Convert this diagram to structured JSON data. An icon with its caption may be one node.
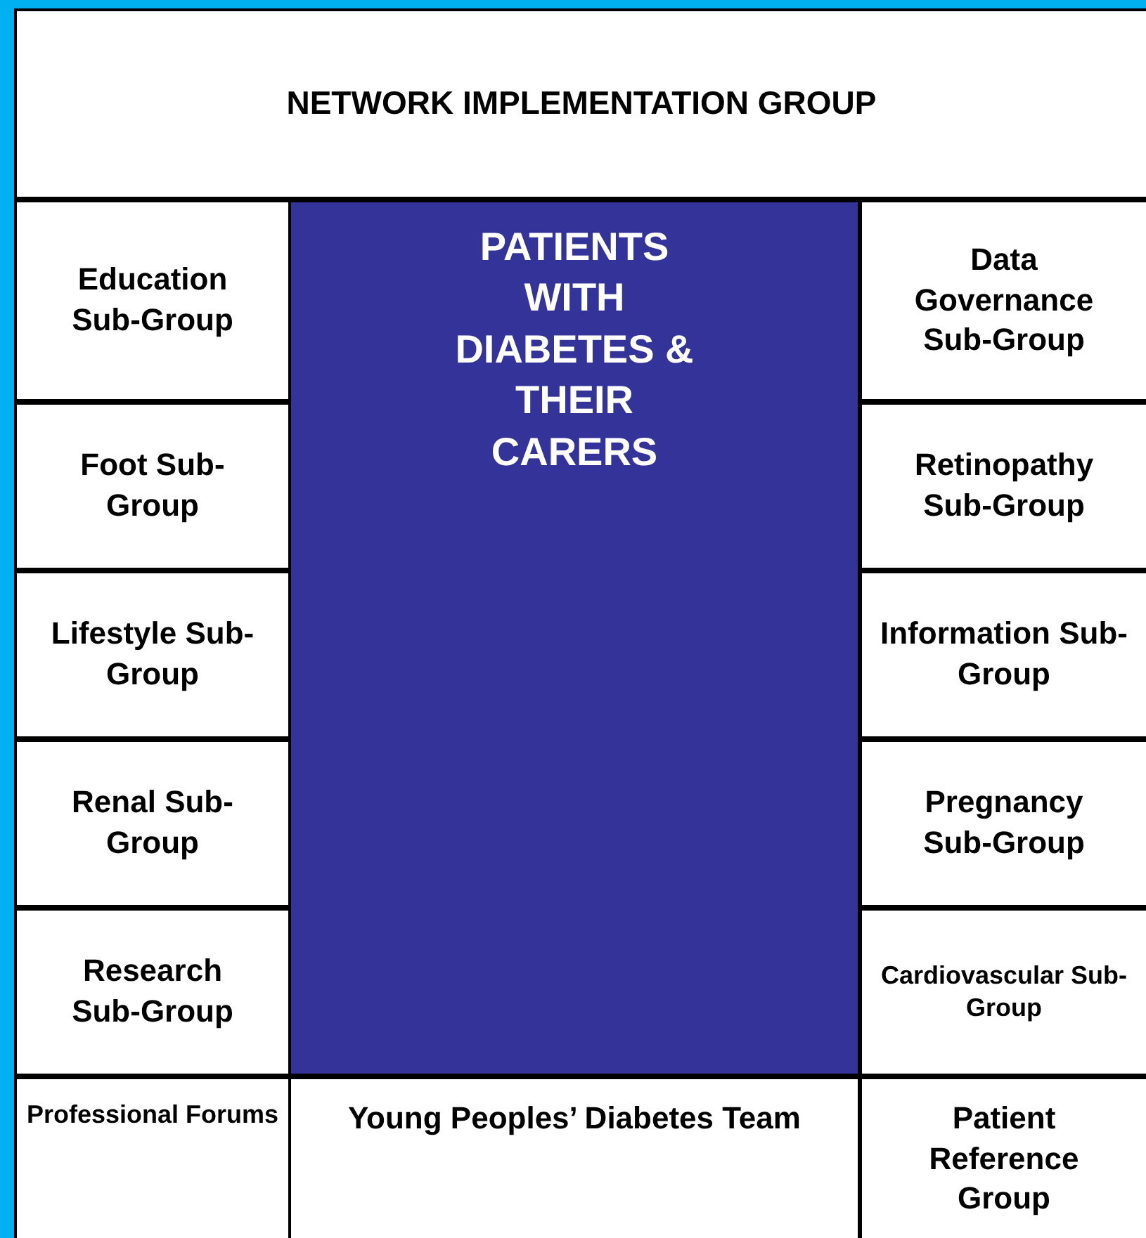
{
  "diagram": {
    "nodes": [
      {
        "text": [
          "NETWORK IMPLEMENTATION GROUP"
        ]
      },
      {
        "text": [
          "Education Sub-Group"
        ]
      },
      {
        "text": [
          "PATIENTS WITH DIABETES & THEIR CARERS"
        ]
      },
      {
        "text": [
          "Data Governance Sub-Group"
        ]
      },
      {
        "text": [
          "Foot Sub-Group"
        ]
      },
      {
        "text": [
          "Retinopathy Sub-Group"
        ]
      },
      {
        "text": [
          "Lifestyle Sub-Group"
        ]
      },
      {
        "text": [
          "Information Sub-Group"
        ]
      },
      {
        "text": [
          "Renal Sub-Group"
        ]
      },
      {
        "text": [
          "Pregnancy Sub-Group"
        ]
      },
      {
        "text": [
          "Research Sub-Group"
        ]
      },
      {
        "text": [
          "Cardiovascular Sub-Group"
        ]
      },
      {
        "text": [
          "Professional Forums"
        ]
      },
      {
        "text": [
          "Young Peoples’ Diabetes Team"
        ]
      },
      {
        "text": [
          "Patient Reference Group"
        ]
      }
    ]
  }
}
